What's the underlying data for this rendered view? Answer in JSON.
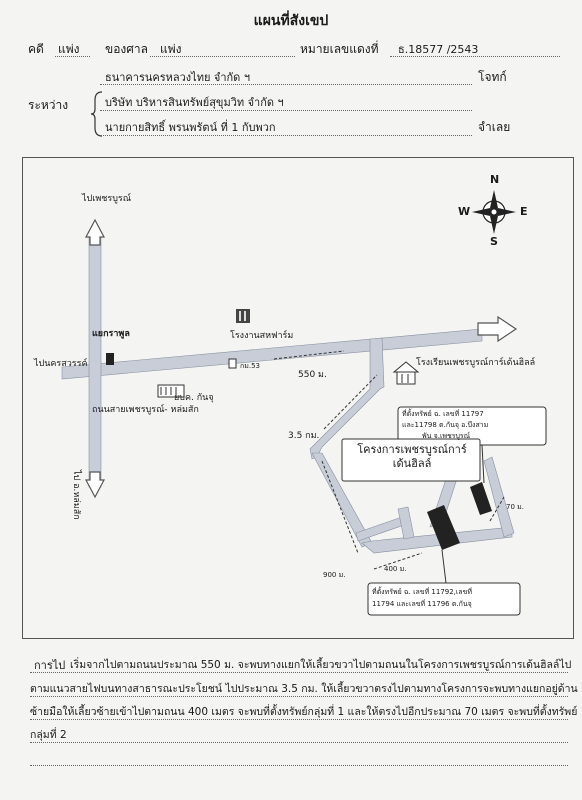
{
  "document": {
    "title": "แผนที่สังเขป",
    "case_label": "คดี",
    "case_type": "แพ่ง",
    "court_label": "ของศาล",
    "court_value": "แพ่ง",
    "case_number_label": "หมายเลขแดงที่",
    "case_number": "ธ.18577 /2543",
    "between_label": "ระหว่าง",
    "plaintiff": "ธนาคารนครหลวงไทย  จำกัด ฯ",
    "plaintiff_role": "โจทก์",
    "defendant_1": "บริษัท บริหารสินทรัพย์สุขุมวิท จำกัด ฯ",
    "defendant_2": "นายกายสิทธิ์   พรนพรัตน์    ที่   1    กับพวก",
    "defendant_role": "จำเลย"
  },
  "map": {
    "compass": {
      "n": "N",
      "s": "S",
      "e": "E",
      "w": "W"
    },
    "to_phetchabun": "ไปเพชรบูรณ์",
    "to_nakhonsawan": "ไปนครสวรรค์",
    "intersection": "แยกราพูล",
    "factory": "โรงงานสหฟาร์ม",
    "police": "ยบค. กันจุ",
    "road_name": "ถนนสายเพชรบูรณ์- หล่มสัก",
    "to_lomsak": "ไป อ.หล่มสัก",
    "km_marker": "กม.53",
    "dist_550": "550  ม.",
    "school": "โรงเรียนเพชรบูรณ์การ์เด้นฮิลล์",
    "dist_35": "3.5  กม.",
    "parcel_info_1": [
      "ที่ตั้งทรัพย์ ฉ. เลขที่  11797",
      "และ11798   ต.กันจุ  อ.บึงสาม",
      "พัน  จ.เพชรบูรณ์"
    ],
    "project_name": [
      "โครงการเพชรบูรณ์การ์",
      "เด้นฮิลล์"
    ],
    "dist_70": "70 ม.",
    "dist_900": "900 ม.",
    "dist_400": "400 ม.",
    "parcel_info_2": [
      "ที่ตั้งทรัพย์  ฉ. เลขที่  11792,เลขที่",
      "11794 และเลขที่ 11796 ต.กันจุ"
    ]
  },
  "route": {
    "label": "การไป",
    "lines": [
      "เริ่มจากไปตามถนนประมาณ 550 ม. จะพบทางแยกให้เลี้ยวขวาไปตามถนนในโครงการเพชรบูรณ์การเด้นฮิลล์ไป",
      "ตามแนวสายไฟบนทางสาธารณะประโยชน์  ไปประมาณ 3.5 กม.  ให้เลี้ยวขวาตรงไปตามทางโครงการจะพบทางแยกอยู่ด้าน",
      "ซ้ายมือให้เลี้ยวซ้ายเข้าไปตามถนน 400  เมตร  จะพบที่ตั้งทรัพย์กลุ่มที่ 1 และให้ตรงไปอีกประมาณ  70  เมตร  จะพบที่ตั้งทรัพย์",
      "กลุ่มที่ 2"
    ]
  }
}
